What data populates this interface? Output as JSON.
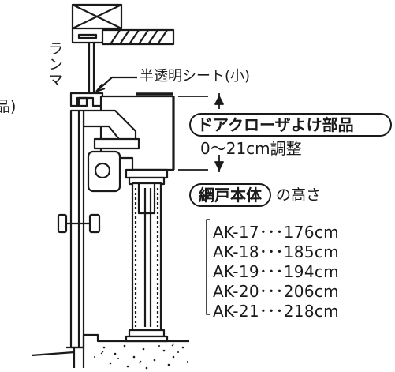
{
  "vertical_label": [
    "ラ",
    "ン",
    "マ"
  ],
  "left_partial_label": "品)",
  "sheet_label": "半透明シート(小)",
  "closer_part_label": "ドアクローザよけ部品",
  "adjust_range": "0～21cm調整",
  "screen_body_label": "網戸本体",
  "height_suffix": "の高さ",
  "specs": [
    {
      "model": "AK-17",
      "dots": "･･･",
      "height": "176cm"
    },
    {
      "model": "AK-18",
      "dots": "･･･",
      "height": "185cm"
    },
    {
      "model": "AK-19",
      "dots": "･･･",
      "height": "194cm"
    },
    {
      "model": "AK-20",
      "dots": "･･･",
      "height": "206cm"
    },
    {
      "model": "AK-21",
      "dots": "･･･",
      "height": "218cm"
    }
  ],
  "colors": {
    "ink": "#1a1a1a",
    "background": "#ffffff"
  }
}
